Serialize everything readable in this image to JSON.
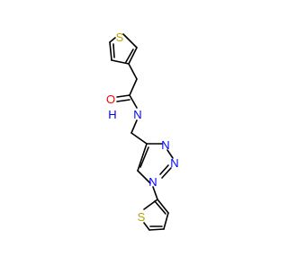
{
  "atoms": {
    "s_top": "S",
    "o_carbonyl": "O",
    "n_amide": "N",
    "h_amide": "H",
    "n_triazole_1": "N",
    "n_triazole_2": "N",
    "n_triazole_3": "N",
    "s_bottom": "S"
  },
  "colors": {
    "bond": "#000000",
    "sulfur": "#b5a300",
    "oxygen": "#ff0000",
    "nitrogen": "#0000ff"
  }
}
